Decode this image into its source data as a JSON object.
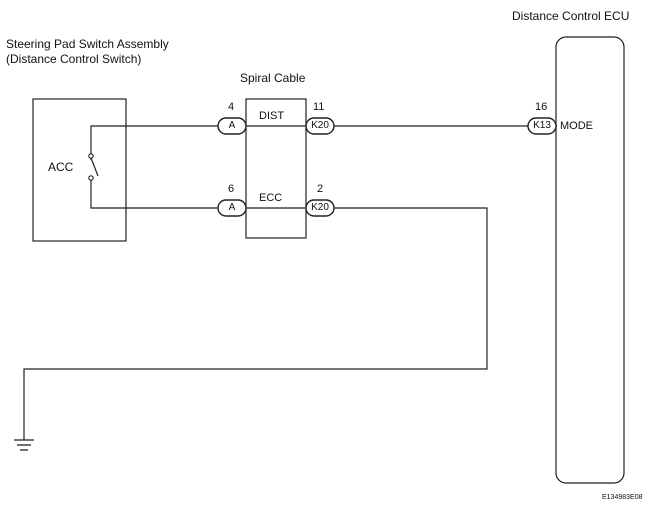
{
  "ecu": {
    "title": "Distance Control ECU",
    "connector": "K13",
    "pin": "16",
    "terminal": "MODE"
  },
  "switch_assembly": {
    "title_line1": "Steering Pad Switch Assembly",
    "title_line2": "(Distance Control Switch)",
    "switch_label": "ACC"
  },
  "spiral_cable": {
    "title": "Spiral Cable",
    "upper": {
      "pin_in": "4",
      "connector_in": "A",
      "signal": "DIST",
      "pin_out": "11",
      "connector_out": "K20"
    },
    "lower": {
      "pin_in": "6",
      "connector_in": "A",
      "signal": "ECC",
      "pin_out": "2",
      "connector_out": "K20"
    }
  },
  "figure_code": "E134983E08"
}
